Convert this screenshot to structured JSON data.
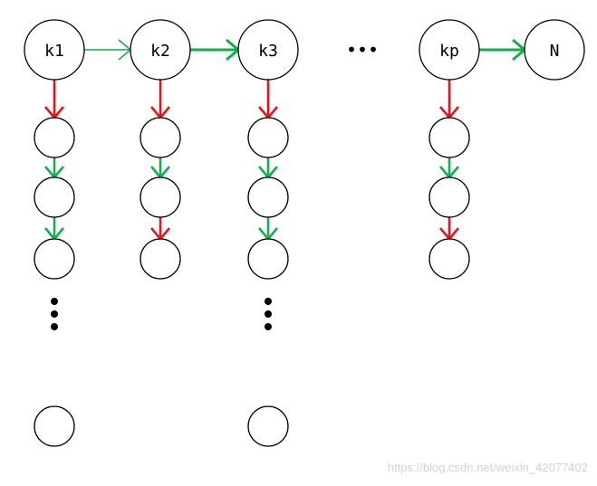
{
  "head_nodes": [
    {
      "id": "k1",
      "label": "k1"
    },
    {
      "id": "k2",
      "label": "k2"
    },
    {
      "id": "k3",
      "label": "k3"
    },
    {
      "id": "kp",
      "label": "kp"
    },
    {
      "id": "N",
      "label": "N"
    }
  ],
  "horizontal_ellipsis": "•••",
  "columns": [
    {
      "head": "k1",
      "links": [
        "red",
        "green",
        "green",
        "gap",
        "green"
      ]
    },
    {
      "head": "k2",
      "links": [
        "red",
        "green",
        "red"
      ]
    },
    {
      "head": "k3",
      "links": [
        "red",
        "green",
        "green",
        "gap",
        "red"
      ]
    },
    {
      "head": "kp",
      "links": [
        "red",
        "green",
        "red"
      ]
    }
  ],
  "head_links": [
    {
      "from": "k1",
      "to": "k2",
      "color": "green",
      "weight": "thin"
    },
    {
      "from": "k2",
      "to": "k3",
      "color": "green",
      "weight": "thick"
    },
    {
      "from": "kp",
      "to": "N",
      "color": "green",
      "weight": "thick"
    }
  ],
  "colors": {
    "red": "#e8141c",
    "green": "#10b04a",
    "node_stroke": "#000000",
    "node_fill": "#ffffff",
    "ellipsis": "#000000"
  },
  "watermark": "https://blog.csdn.net/weixin_42077402"
}
